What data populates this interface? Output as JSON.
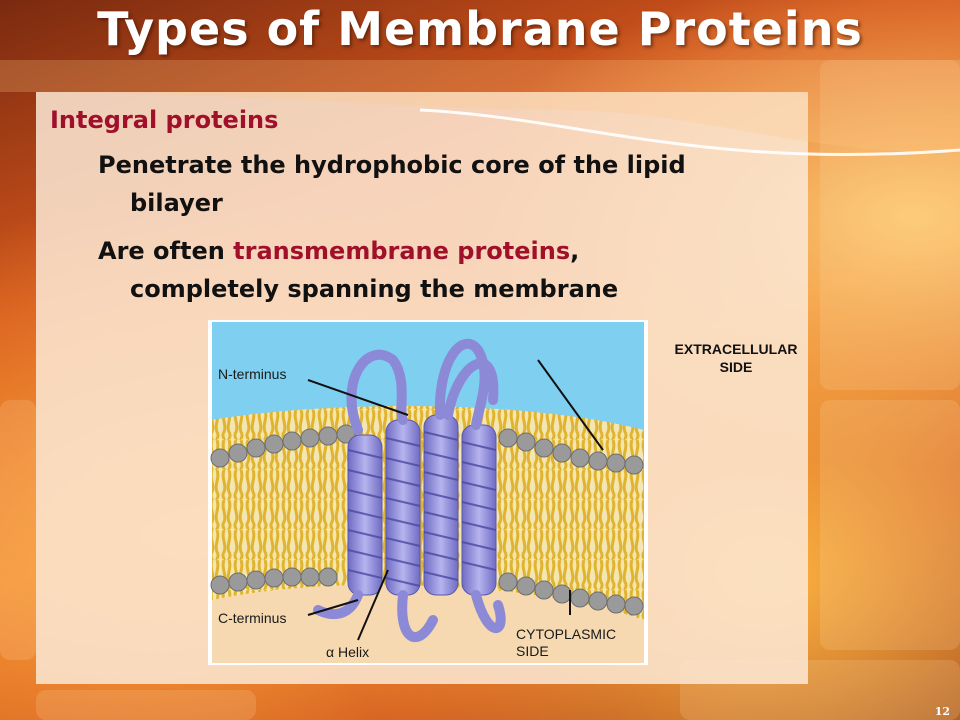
{
  "slide": {
    "title": "Types of Membrane Proteins",
    "heading": "Integral proteins",
    "bullet1_line1": "Penetrate the hydrophobic core of the lipid",
    "bullet1_line2": "bilayer",
    "bullet2_pre": "Are often ",
    "bullet2_highlight": "transmembrane proteins",
    "bullet2_post": ",",
    "bullet2_line2": "completely spanning the membrane",
    "page_number": "12"
  },
  "figure": {
    "label_n_terminus": "N-terminus",
    "label_c_terminus": "C-terminus",
    "label_helix": "α Helix",
    "label_cytoplasmic_1": "CYTOPLASMIC",
    "label_cytoplasmic_2": "SIDE",
    "label_extracellular_1": "EXTRACELLULAR",
    "label_extracellular_2": "SIDE"
  },
  "colors": {
    "highlight": "#a0102a",
    "helix": "#8c8ad6",
    "lipid_head": "#9a9a9a",
    "lipid_tail": "#e8c040",
    "extracellular": "#7fcff0",
    "cytoplasm": "#f6d9b0"
  }
}
